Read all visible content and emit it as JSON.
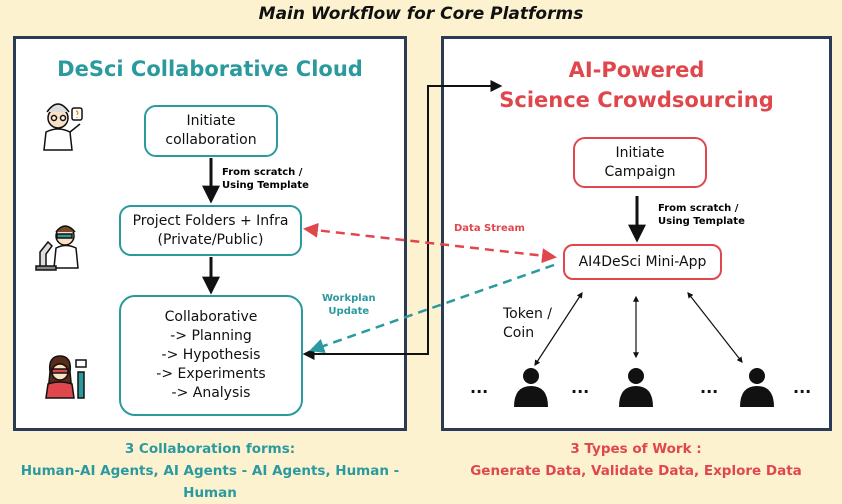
{
  "title": "Main Workflow for Core Platforms",
  "left_panel": {
    "title": "DeSci Collaborative Cloud",
    "title_color": "#2a9a9e",
    "box_initiate": "Initiate\ncollaboration",
    "arrow_label": "From scratch /\nUsing Template",
    "box_folders": "Project Folders + Infra\n(Private/Public)",
    "box_collab": "Collaborative\n-> Planning\n-> Hypothesis\n-> Experiments\n->  Analysis",
    "icons": [
      "scientist-icon",
      "microscope-researcher-icon",
      "lab-researcher-icon"
    ]
  },
  "right_panel": {
    "title_line1": "AI-Powered",
    "title_line2": "Science Crowdsourcing",
    "title_color": "#e0474c",
    "box_campaign": "Initiate\nCampaign",
    "arrow_label": "From scratch /\nUsing Template",
    "box_miniapp": "AI4DeSci Mini-App",
    "token_label": "Token /\nCoin",
    "ellipsis": "..."
  },
  "connectors": {
    "data_stream": "Data Stream",
    "workplan_update": "Workplan\nUpdate"
  },
  "footer": {
    "left": "3 Collaboration forms:\nHuman-AI Agents, AI Agents - AI Agents, Human - Human",
    "right": "3 Types of Work :\nGenerate Data, Validate Data, Explore Data",
    "left_color": "#2a9a9e",
    "right_color": "#e0474c"
  }
}
